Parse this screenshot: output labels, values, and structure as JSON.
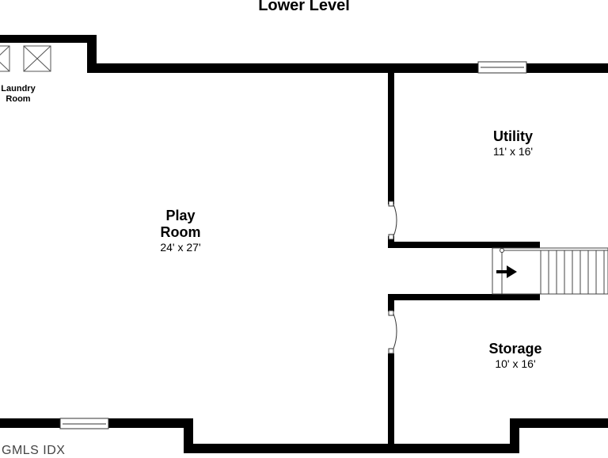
{
  "title": "Lower Level",
  "rooms": {
    "laundry": {
      "name_line1": "Laundry",
      "name_line2": "Room"
    },
    "play": {
      "name_line1": "Play",
      "name_line2": "Room",
      "dims": "24' x 27'"
    },
    "utility": {
      "name": "Utility",
      "dims": "11' x 16'"
    },
    "storage": {
      "name": "Storage",
      "dims": "10' x 16'"
    }
  },
  "watermark": "GMLS IDX",
  "colors": {
    "wall": "#000000",
    "background": "#ffffff",
    "line": "#333333"
  }
}
